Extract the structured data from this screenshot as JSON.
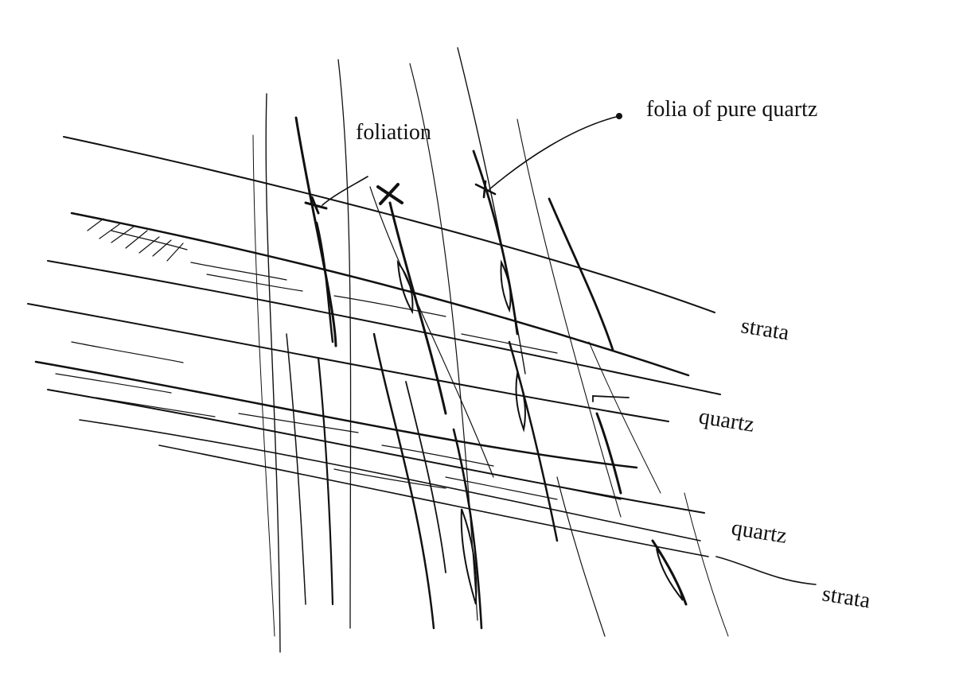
{
  "figure": {
    "labels": {
      "foliation": "foliation",
      "folia_quartz": "folia of pure quartz",
      "strata_upper": "strata",
      "quartz_upper": "quartz",
      "quartz_lower": "quartz",
      "strata_lower": "strata"
    },
    "colors": {
      "ink": "#111111",
      "paper": "#ffffff"
    }
  }
}
